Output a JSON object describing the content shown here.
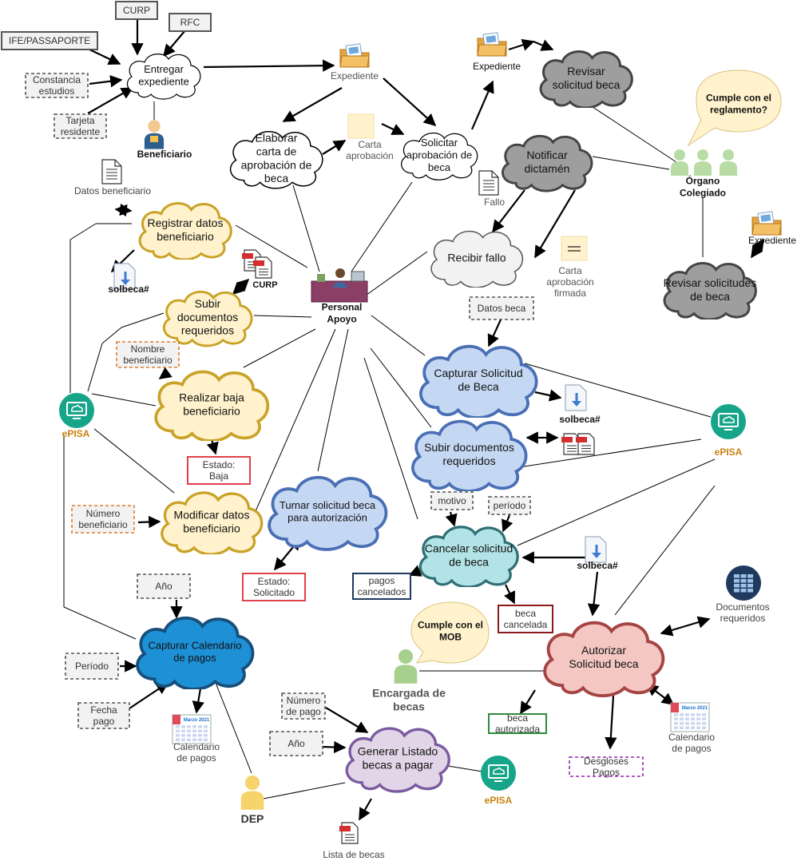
{
  "colors": {
    "white": "#ffffff",
    "gray": "#9e9e9e",
    "lightgray": "#f2f2f2",
    "yellow": "#fff2cc",
    "blue": "#c5d8f3",
    "teal": "#b2e3e6",
    "darkblue": "#1e90d6",
    "pink": "#f4c7c3",
    "purple": "#e1d5e7",
    "episa": "#17a589",
    "episa_label": "#c8820f",
    "red_border": "#e0414a",
    "navy_border": "#1f3a5f",
    "darkred_border": "#8b1a1a",
    "green_border": "#2e8b3a",
    "purple_border": "#9c27b0",
    "orange_border": "#e07a2c"
  },
  "icons": {
    "folder": "folder-photo-icon",
    "document": "document-icon",
    "download_document": "download-document-icon",
    "pdf": "pdf-document-icon",
    "calendar": "calendar-icon",
    "table": "table-grid-icon",
    "person": "person-icon",
    "episa": "monitor-cloud-icon",
    "note": "note-icon"
  },
  "clouds": {
    "entregar": "Entregar\nexpediente",
    "revisar_sol": "Revisar\nsolicitud beca",
    "elaborar": "Elaborar\ncarta de\naprobación de\nbeca",
    "solicitar": "Solicitar\naprobación de\nbeca",
    "notificar": "Notificar\ndictamén",
    "recibir": "Recibir fallo",
    "revisar_sols": "Revisar solicitudes\nde beca",
    "registrar": "Registrar datos\nbeneficiario",
    "subir1": "Subir\ndocumentos\nrequeridos",
    "baja": "Realizar baja\nbeneficiario",
    "modificar": "Modificar datos\nbeneficiario",
    "capturar_sol": "Capturar Solicitud\nde Beca",
    "subir2": "Subir documentos\nrequeridos",
    "turnar": "Turnar solicitud beca\npara autorización",
    "cancelar": "Cancelar solicitud\nde beca",
    "autorizar": "Autorizar\nSolicitud beca",
    "calendario": "Capturar Calendario\nde pagos",
    "generar": "Generar Listado\nbecas a pagar"
  },
  "boxes": {
    "curp": "CURP",
    "rfc": "RFC",
    "ife": "IFE/PASSAPORTE",
    "constancia": "Constancia\nestudios",
    "tarjeta": "Tarjeta\nresidente",
    "datos_beca": "Datos beca",
    "nombre_ben": "Nombre\nbeneficiario",
    "estado_baja": "Estado:\nBaja",
    "numero_ben": "Número\nbeneficiario",
    "motivo": "motivo",
    "periodo1": "período",
    "pagos_cancelados": "pagos\ncancelados",
    "beca_cancelada": "beca\ncancelada",
    "estado_solicitado": "Estado:\nSolicitado",
    "anio1": "Año",
    "periodo2": "Período",
    "fecha_pago": "Fecha\npago",
    "numero_pago": "Número\nde pago",
    "anio2": "Año",
    "beca_autorizada": "beca\nautorizada",
    "desgloses": "Desgloses\nPagos"
  },
  "labels": {
    "expediente1": "Expediente",
    "expediente2": "Expediente",
    "expediente3": "Expediente",
    "carta_aprob": "Carta\naprobación",
    "fallo": "Fallo",
    "carta_firmada": "Carta\naprobación\nfirmada",
    "datos_ben": "Datos beneficiario",
    "solbeca1": "solbeca#",
    "solbeca2": "solbeca#",
    "solbeca3": "solbeca#",
    "curp_doc": "CURP",
    "doc_req": "Documentos\nrequeridos",
    "cal_pagos1": "Calendario\nde pagos",
    "cal_pagos2": "Calendario\nde pagos",
    "lista_becas": "Lista de becas"
  },
  "actors": {
    "beneficiario": "Beneficiario",
    "organo": "Órgano\nColegiado",
    "personal": "Personal\nApoyo",
    "encargada": "Encargada de\nbecas",
    "dep": "DEP"
  },
  "episa": {
    "left": "ePISA",
    "right": "ePISA",
    "bottom": "ePISA"
  },
  "callouts": {
    "reglamento": "Cumple con el\nreglamento?",
    "mob": "Cumple con el\nMOB"
  },
  "calendar_title": "Marzo 2021"
}
